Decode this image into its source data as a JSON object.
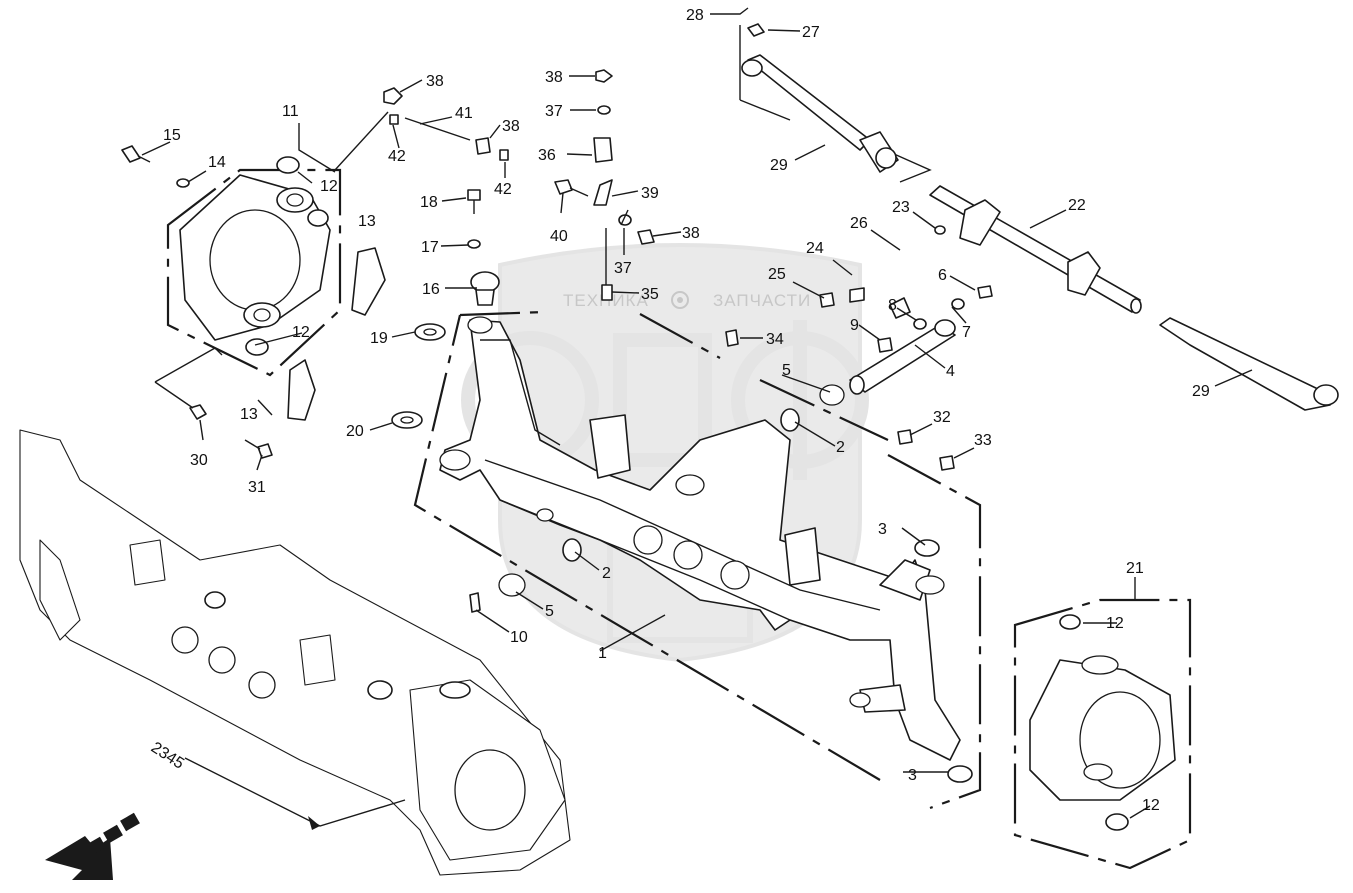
{
  "watermark": {
    "brand_left": "ТЕХНИКА",
    "brand_right": "ЗАПЧАСТИ",
    "logo_letters": "эпф"
  },
  "subgroup_code": "2345",
  "callouts": {
    "c1": "1",
    "c2a": "2",
    "c2b": "2",
    "c3a": "3",
    "c3b": "3",
    "c4": "4",
    "c5a": "5",
    "c5b": "5",
    "c6": "6",
    "c7": "7",
    "c8": "8",
    "c9": "9",
    "c10": "10",
    "c11": "11",
    "c12a": "12",
    "c12b": "12",
    "c12c": "12",
    "c12d": "12",
    "c13a": "13",
    "c13b": "13",
    "c14": "14",
    "c15": "15",
    "c16": "16",
    "c17": "17",
    "c18": "18",
    "c19": "19",
    "c20": "20",
    "c21": "21",
    "c22": "22",
    "c23": "23",
    "c24": "24",
    "c25": "25",
    "c26": "26",
    "c27": "27",
    "c28": "28",
    "c29a": "29",
    "c29b": "29",
    "c30": "30",
    "c31": "31",
    "c32": "32",
    "c33": "33",
    "c34": "34",
    "c35": "35",
    "c36": "36",
    "c37a": "37",
    "c37b": "37",
    "c38a": "38",
    "c38b": "38",
    "c38c": "38",
    "c38d": "38",
    "c39": "39",
    "c40": "40",
    "c41": "41",
    "c42a": "42",
    "c42b": "42"
  }
}
